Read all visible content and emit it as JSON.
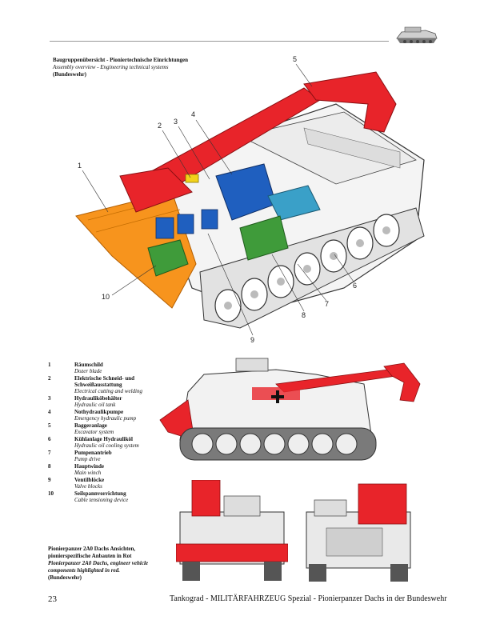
{
  "header": {
    "caption_de": "Baugruppenübersicht - Pioniertechnische Einrichtungen",
    "caption_en": "Assembly overview - Engineering technical systems",
    "caption_source": "(Bundeswehr)"
  },
  "callouts": [
    "1",
    "2",
    "3",
    "4",
    "5",
    "6",
    "7",
    "8",
    "9",
    "10"
  ],
  "legend": [
    {
      "num": "1",
      "de": "Räumschild",
      "en": "Dozer blade"
    },
    {
      "num": "2",
      "de": "Elektrische Schneid- und Schweißausstattung",
      "en": "Electrical cutting and welding"
    },
    {
      "num": "3",
      "de": "Hydrauliköbehälter",
      "en": "Hydraulic oil tank"
    },
    {
      "num": "4",
      "de": "Nothydraulikpumpe",
      "en": "Emergency hydraulic pump"
    },
    {
      "num": "5",
      "de": "Baggeranlage",
      "en": "Excavator system"
    },
    {
      "num": "6",
      "de": "Kühlanlage Hydrauliköl",
      "en": "Hydraulic oil cooling system"
    },
    {
      "num": "7",
      "de": "Pumpenantrieb",
      "en": "Pump drive"
    },
    {
      "num": "8",
      "de": "Hauptwinde",
      "en": "Main winch"
    },
    {
      "num": "9",
      "de": "Ventilblöcke",
      "en": "Valve blocks"
    },
    {
      "num": "10",
      "de": "Seilspannvorrichtung",
      "en": "Cable tensioning device"
    }
  ],
  "views_caption": {
    "de": "Pionierpanzer 2A0 Dachs Ansichten, pionierspezifische Anbauten in Rot",
    "en": "Pionierpanzer 2A0 Dachs, engineer vehicle components highlighted in red.",
    "source": "(Bundeswehr)"
  },
  "footer": {
    "page_number": "23",
    "title": "Tankograd - MILITÄRFAHRZEUG Spezial - Pionierpanzer Dachs in der Bundeswehr"
  },
  "colors": {
    "red": "#e8242a",
    "orange": "#f7941d",
    "blue": "#1f5fbf",
    "green": "#3f9b3a",
    "cyan": "#3aa0c8",
    "yellow": "#f2d21b"
  }
}
